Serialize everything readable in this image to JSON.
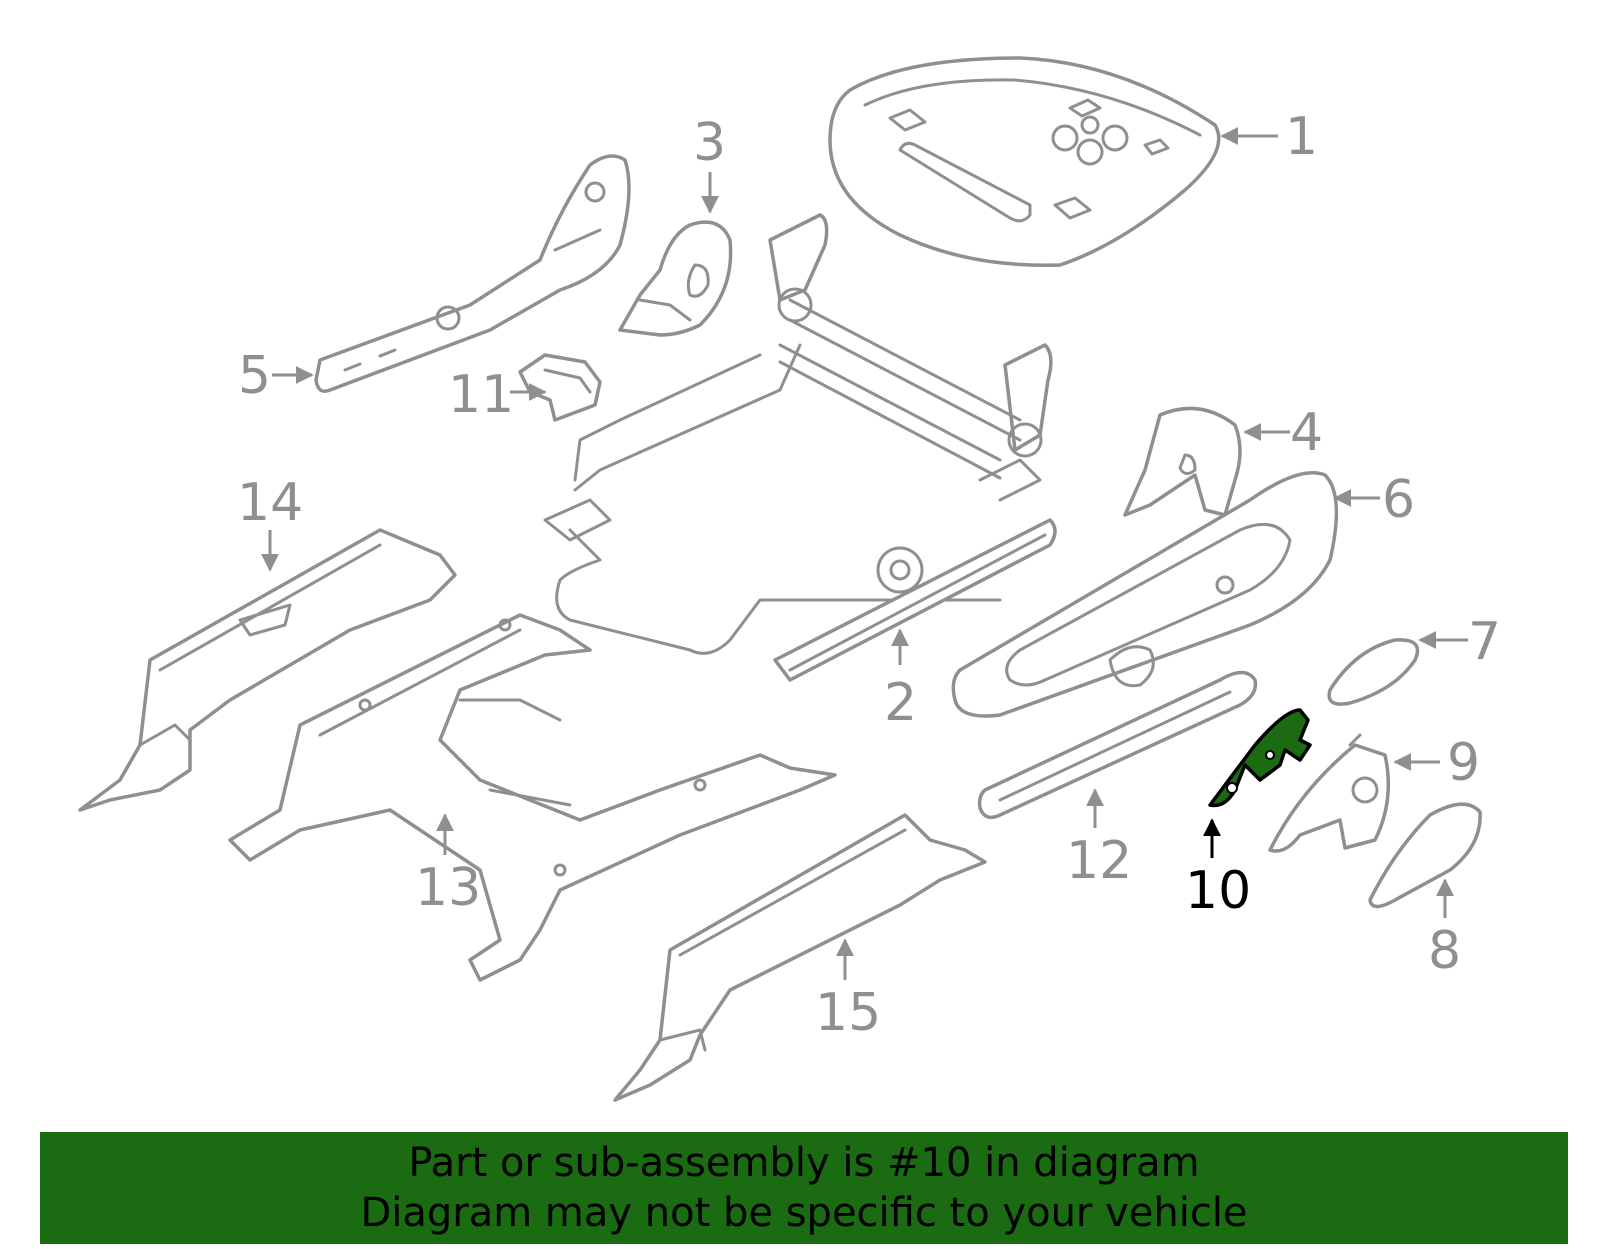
{
  "callouts": {
    "c1": "1",
    "c2": "2",
    "c3": "3",
    "c4": "4",
    "c5": "5",
    "c6": "6",
    "c7": "7",
    "c8": "8",
    "c9": "9",
    "c10": "10",
    "c11": "11",
    "c12": "12",
    "c13": "13",
    "c14": "14",
    "c15": "15"
  },
  "highlighted_part": "10",
  "banner": {
    "line1": "Part or sub-assembly is #10 in diagram",
    "line2": "Diagram may not be specific to your vehicle"
  },
  "colors": {
    "highlight": "#1a6b12",
    "banner_bg": "#1a6b12",
    "line": "#8f8f8f",
    "active_label": "#000000"
  }
}
